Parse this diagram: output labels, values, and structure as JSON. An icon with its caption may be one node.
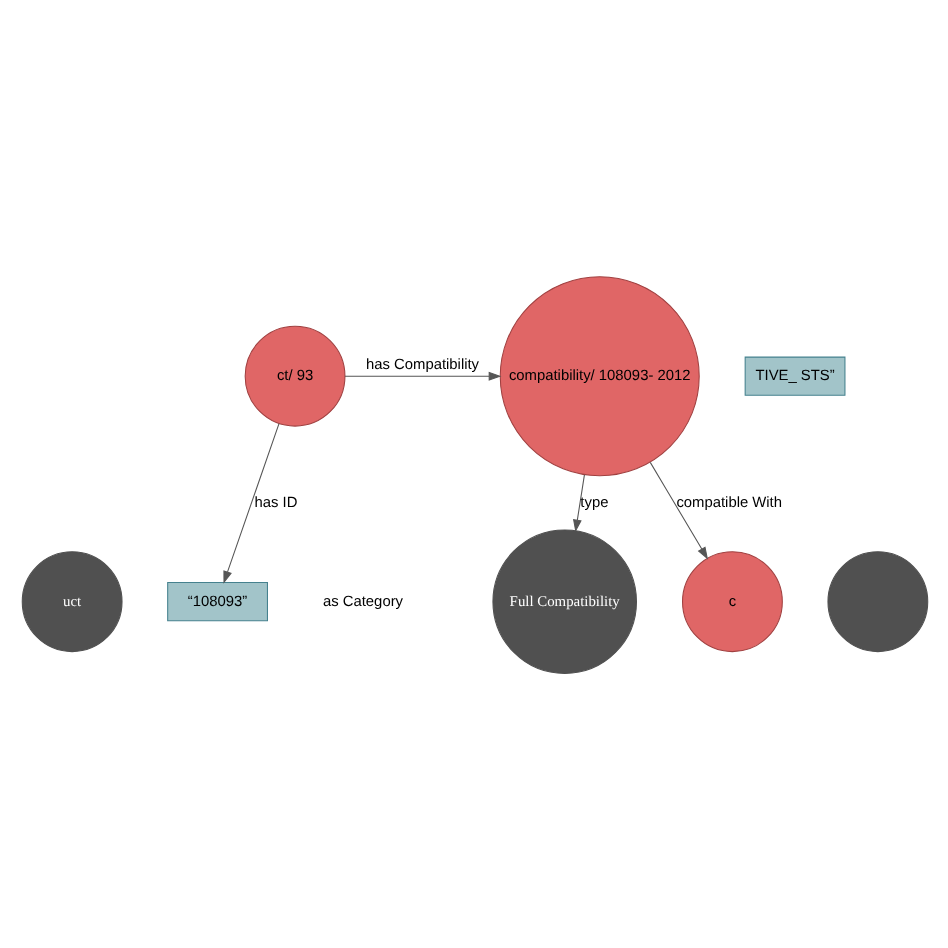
{
  "diagram": {
    "nodes": [
      {
        "text": [
          "uct"
        ]
      },
      {
        "text": [
          "Full Compatibility"
        ]
      },
      {
        "text": [],
        "shape": "circle"
      },
      {
        "text": [
          "ct/ 93"
        ]
      },
      {
        "text": [
          "compatibility/ 108093- 2012"
        ]
      },
      {
        "text": [
          "“108093”"
        ]
      },
      {
        "text": [
          "TIVE_ STS”"
        ]
      },
      {
        "text": [
          "c"
        ]
      }
    ],
    "edges": [
      {
        "from": 4,
        "to": 1,
        "arrow": "to",
        "label": "type"
      },
      {
        "from": 3,
        "to": 4,
        "arrow": "to",
        "label": "has Compatibility"
      },
      {
        "from": 3,
        "to": 5,
        "arrow": "to",
        "label": "has ID"
      },
      {
        "from": 4,
        "to": 7,
        "arrow": "to",
        "label": "compatible With"
      }
    ],
    "labels": [
      "as Category"
    ]
  }
}
